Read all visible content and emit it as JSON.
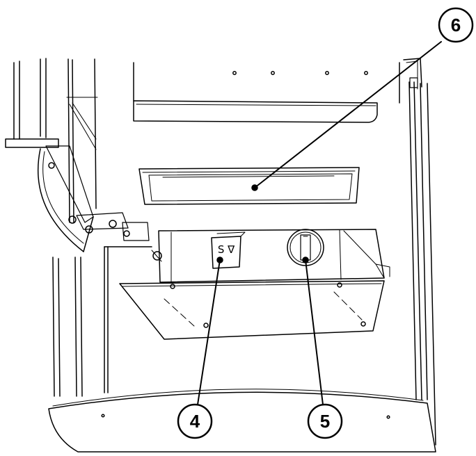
{
  "callouts": {
    "c6": "6",
    "c4": "4",
    "c5": "5"
  },
  "labels": {
    "panel_marking": "S ∇"
  },
  "colors": {
    "line": "#000000",
    "background": "#ffffff"
  }
}
